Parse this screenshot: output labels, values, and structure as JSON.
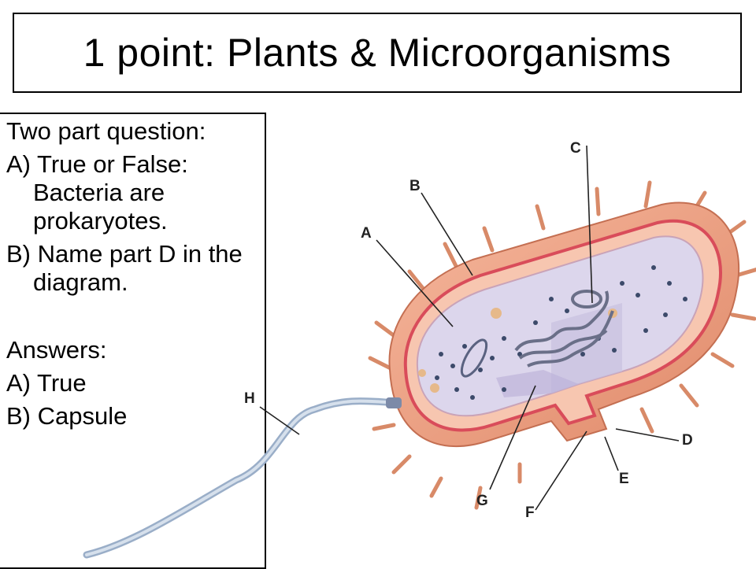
{
  "slide": {
    "title": "1 point: Plants & Microorganisms"
  },
  "question": {
    "intro": "Two part question:",
    "part_a": "A) True or False: Bacteria are prokaryotes.",
    "part_b": "B) Name part D in the diagram.",
    "answers_heading": "Answers:",
    "answer_a": "A) True",
    "answer_b": "B) Capsule"
  },
  "diagram": {
    "subject": "bacterial-cell",
    "labels": [
      "A",
      "B",
      "C",
      "D",
      "E",
      "F",
      "G",
      "H"
    ],
    "colors": {
      "capsule": "#ec9c7c",
      "cell_wall": "#f4b8a0",
      "membrane": "#d94c5a",
      "cytoplasm": "#dcd6ec",
      "flagellum": "#b9c8dc"
    }
  }
}
